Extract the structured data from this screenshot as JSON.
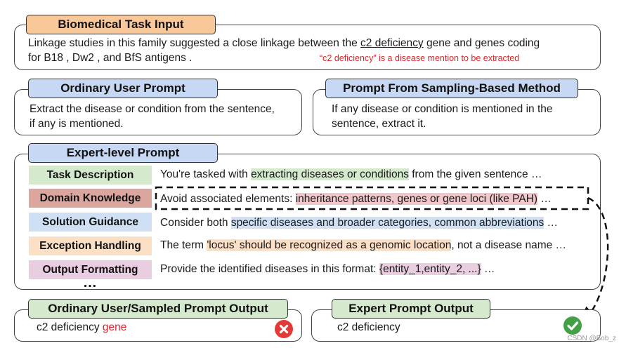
{
  "task_input": {
    "title": "Biomedical Task Input",
    "line1_pre": "Linkage studies in this family suggested a close linkage between the ",
    "line1_entity": "c2 deficiency",
    "line1_post": " gene and genes coding",
    "line2": "for B18 , Dw2 , and BfS antigens .",
    "note": "“c2 deficiency” is a disease mention to be extracted"
  },
  "ordinary_prompt": {
    "title": "Ordinary User Prompt",
    "line1": "Extract the disease or condition from the sentence,",
    "line2": "if any is mentioned."
  },
  "sampling_prompt": {
    "title": "Prompt From Sampling-Based Method",
    "line1": "If any disease or condition is mentioned in the",
    "line2": "sentence, extract it."
  },
  "expert_prompt": {
    "title": "Expert-level Prompt",
    "rows": [
      {
        "label": "Task Description",
        "label_color": "#d5e9cc",
        "pre": "You're tasked with ",
        "highlight": "extracting diseases or conditions",
        "post": " from the given sentence …"
      },
      {
        "label": "Domain Knowledge",
        "label_color": "#dca69f",
        "pre": "Avoid associated elements: ",
        "highlight": "inheritance patterns, genes or gene loci (like PAH)",
        "post": " …"
      },
      {
        "label": "Solution Guidance",
        "label_color": "#cfe0f5",
        "pre": "Consider both ",
        "highlight": "specific diseases and broader categories, common abbreviations",
        "post": " …"
      },
      {
        "label": "Exception Handling",
        "label_color": "#fbe0c6",
        "pre": "The term ",
        "highlight": "'locus' should be recognized as a genomic location",
        "post": ", not a disease name …"
      },
      {
        "label": "Output Formatting",
        "label_color": "#e9cde0",
        "pre": "Provide the identified diseases in this format: ",
        "highlight": "{entity_1,entity_2, ...}",
        "post": " …"
      }
    ],
    "more": "…"
  },
  "ordinary_output": {
    "title": "Ordinary User/Sampled Prompt Output",
    "text": "c2 deficiency ",
    "error_word": "gene",
    "status_icon": "cross-icon",
    "status_color": "#e53935"
  },
  "expert_output": {
    "title": "Expert Prompt Output",
    "text": "c2 deficiency",
    "status_icon": "check-icon",
    "status_color": "#43a047"
  },
  "watermark": "CSDN @Bob_z"
}
